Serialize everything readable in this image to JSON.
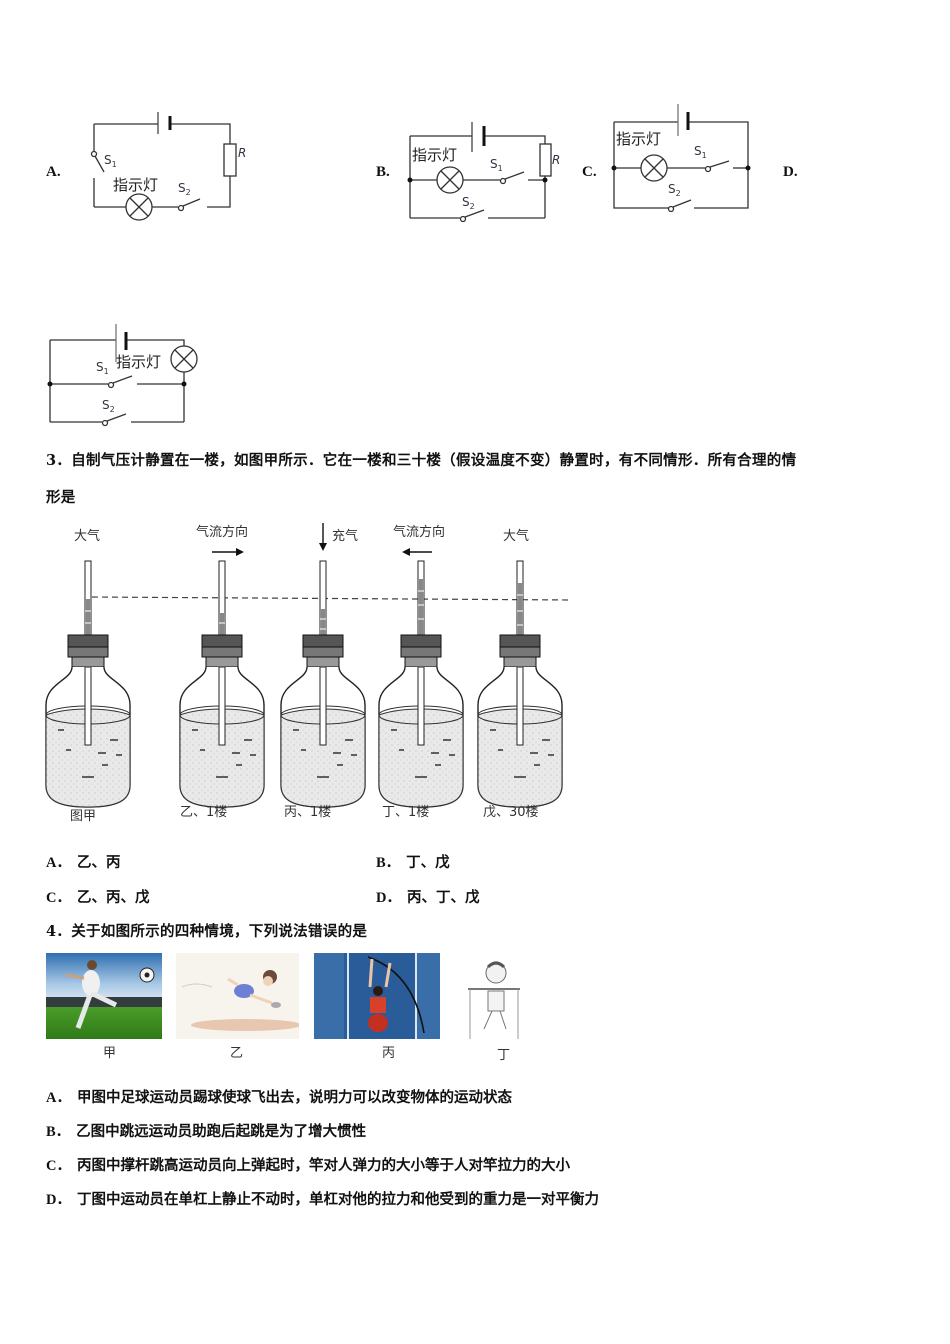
{
  "question2_options": {
    "A": {
      "label": "A.",
      "lamp_label": "指示灯",
      "s1": "S",
      "s1_sub": "1",
      "s2": "S",
      "s2_sub": "2",
      "resistor": "R"
    },
    "B": {
      "label": "B.",
      "lamp_label": "指示灯",
      "s1": "S",
      "s1_sub": "1",
      "s2": "S",
      "s2_sub": "2",
      "resistor": "R"
    },
    "C": {
      "label": "C.",
      "lamp_label": "指示灯",
      "s1": "S",
      "s1_sub": "1",
      "s2": "S",
      "s2_sub": "2"
    },
    "D": {
      "label": "D.",
      "lamp_label": "指示灯",
      "s1": "S",
      "s1_sub": "1",
      "s2": "S",
      "s2_sub": "2"
    }
  },
  "question3": {
    "stem_line1": "3．自制气压计静置在一楼，如图甲所示．它在一楼和三十楼（假设温度不变）静置时，有不同情形．所有合理的情",
    "stem_line2": "形是",
    "figure": {
      "top_labels": [
        "大气",
        "气流方向",
        "充气",
        "气流方向",
        "大气"
      ],
      "captions": [
        "图甲",
        "乙、1楼",
        "丙、1楼",
        "丁、1楼",
        "戊、30楼"
      ]
    },
    "choices": [
      {
        "label": "A．",
        "text": "乙、丙"
      },
      {
        "label": "B．",
        "text": "丁、戊"
      },
      {
        "label": "C．",
        "text": "乙、丙、戊"
      },
      {
        "label": "D．",
        "text": "丙、丁、戊"
      }
    ]
  },
  "question4": {
    "stem": "4．关于如图所示的四种情境，下列说法错误的是",
    "figure_captions": [
      "甲",
      "乙",
      "丙",
      "丁"
    ],
    "choices": [
      {
        "label": "A．",
        "text": "甲图中足球运动员踢球使球飞出去，说明力可以改变物体的运动状态"
      },
      {
        "label": "B．",
        "text": "乙图中跳远运动员助跑后起跳是为了增大惯性"
      },
      {
        "label": "C．",
        "text": "丙图中撑杆跳高运动员向上弹起时，竿对人弹力的大小等于人对竿拉力的大小"
      },
      {
        "label": "D．",
        "text": "丁图中运动员在单杠上静止不动时，单杠对他的拉力和他受到的重力是一对平衡力"
      }
    ]
  }
}
